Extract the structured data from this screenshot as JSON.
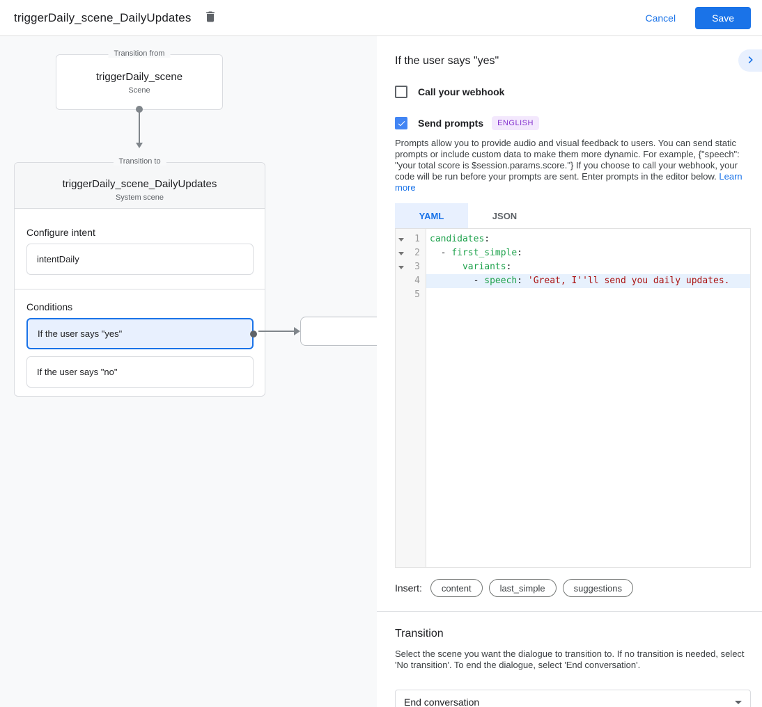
{
  "header": {
    "title": "triggerDaily_scene_DailyUpdates",
    "cancel_label": "Cancel",
    "save_label": "Save"
  },
  "diagram": {
    "from_box": {
      "legend": "Transition from",
      "title": "triggerDaily_scene",
      "subtitle": "Scene"
    },
    "to_box": {
      "legend": "Transition to",
      "title": "triggerDaily_scene_DailyUpdates",
      "subtitle": "System scene",
      "configure_intent": {
        "label": "Configure intent",
        "value": "intentDaily"
      },
      "conditions": {
        "label": "Conditions",
        "items": [
          {
            "label": "If the user says \"yes\"",
            "selected": true
          },
          {
            "label": "If the user says \"no\"",
            "selected": false
          }
        ]
      }
    }
  },
  "panel": {
    "title": "If the user says \"yes\"",
    "webhook": {
      "label": "Call your webhook",
      "checked": false
    },
    "send_prompts": {
      "label": "Send prompts",
      "checked": true,
      "badge": "ENGLISH"
    },
    "description": "Prompts allow you to provide audio and visual feedback to users. You can send static prompts or include custom data to make them more dynamic. For example, {\"speech\": \"your total score is $session.params.score.\"} If you choose to call your webhook, your code will be run before your prompts are sent. Enter prompts in the editor below.",
    "learn_more": "Learn more",
    "tabs": [
      {
        "label": "YAML",
        "active": true
      },
      {
        "label": "JSON",
        "active": false
      }
    ],
    "editor": {
      "lines": [
        {
          "num": "1",
          "tokens": [
            {
              "t": "key",
              "v": "candidates"
            },
            {
              "t": "plain",
              "v": ":"
            }
          ]
        },
        {
          "num": "2",
          "tokens": [
            {
              "t": "plain",
              "v": "  - "
            },
            {
              "t": "key",
              "v": "first_simple"
            },
            {
              "t": "plain",
              "v": ":"
            }
          ]
        },
        {
          "num": "3",
          "tokens": [
            {
              "t": "plain",
              "v": "      "
            },
            {
              "t": "key",
              "v": "variants"
            },
            {
              "t": "plain",
              "v": ":"
            }
          ]
        },
        {
          "num": "4",
          "tokens": [
            {
              "t": "plain",
              "v": "        - "
            },
            {
              "t": "key",
              "v": "speech"
            },
            {
              "t": "plain",
              "v": ": "
            },
            {
              "t": "string",
              "v": "'Great, I''ll send you daily updates."
            }
          ]
        },
        {
          "num": "5",
          "tokens": []
        }
      ]
    },
    "insert": {
      "label": "Insert:",
      "buttons": [
        "content",
        "last_simple",
        "suggestions"
      ]
    },
    "transition": {
      "title": "Transition",
      "description": "Select the scene you want the dialogue to transition to. If no transition is needed, select 'No transition'. To end the dialogue, select 'End conversation'.",
      "value": "End conversation"
    }
  },
  "colors": {
    "accent_blue": "#1a73e8",
    "checkbox_blue": "#4285f4",
    "selected_condition_bg": "#e8f0fe",
    "badge_bg": "#f3e8fd",
    "badge_text": "#8430ce",
    "code_key_green": "#1ea24c",
    "code_string_red": "#aa1111",
    "active_line_bg": "#e7f1fd",
    "canvas_bg": "#f8f9fa",
    "border_gray": "#dadce0"
  }
}
